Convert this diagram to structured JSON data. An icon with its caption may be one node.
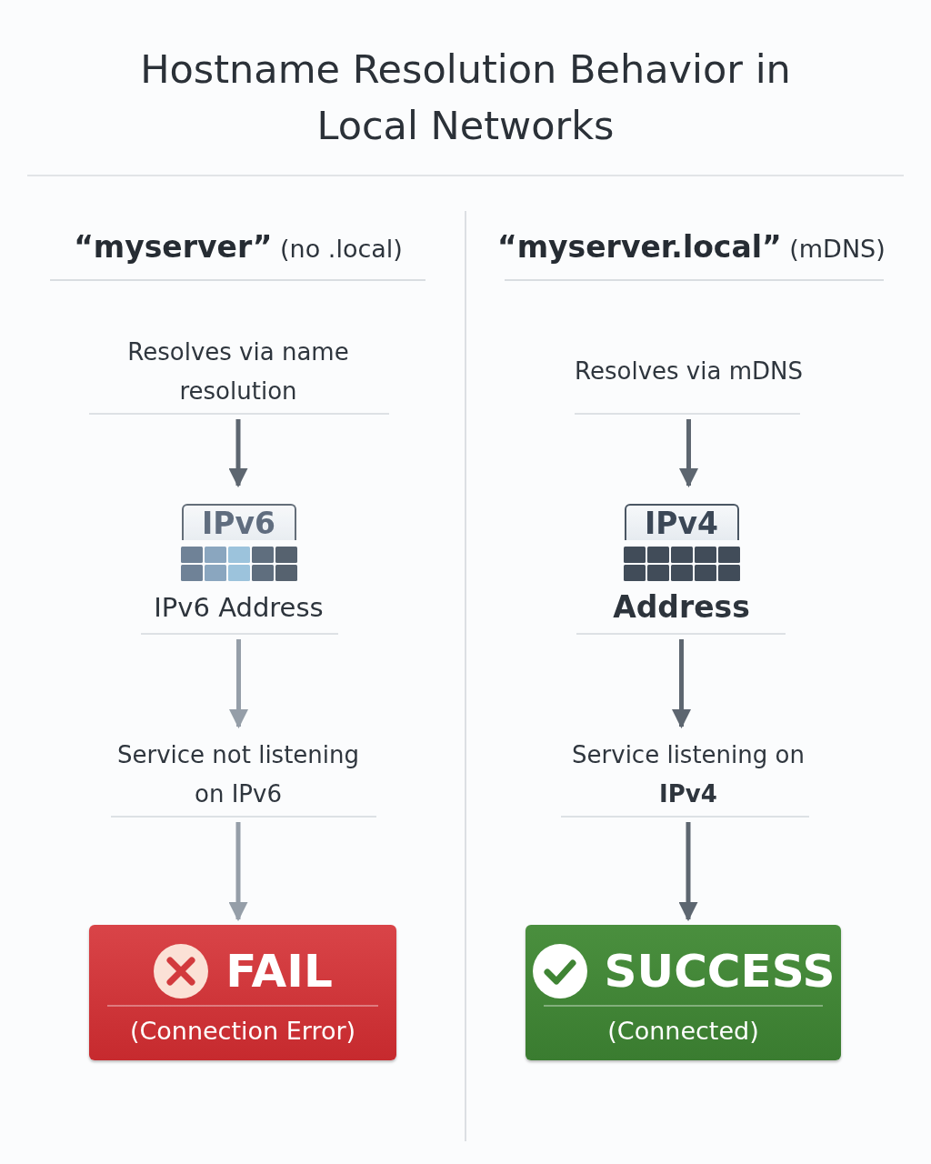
{
  "diagram": {
    "title": "Hostname Resolution Behavior in Local Networks",
    "nodes": [
      {
        "text": [
          "Resolves via name resolution"
        ]
      },
      {
        "text": [
          "IPv6",
          "IPv6 Address"
        ]
      },
      {
        "text": [
          "Service not listening on IPv6"
        ]
      },
      {
        "text": [
          "FAIL",
          "(Connection Error)"
        ]
      },
      {
        "text": [
          "Resolves via mDNS"
        ]
      },
      {
        "text": [
          "IPv4",
          "Address"
        ]
      },
      {
        "text": [
          "Service listening on **IPv4**"
        ]
      },
      {
        "text": [
          "SUCCESS",
          "(Connected)"
        ]
      }
    ],
    "edges": [
      {
        "from": 0,
        "to": 1,
        "arrow": "to"
      },
      {
        "from": 1,
        "to": 2,
        "arrow": "to",
        "color": "#959ea8"
      },
      {
        "from": 2,
        "to": 3,
        "arrow": "to",
        "color": "#959ea8"
      },
      {
        "from": 4,
        "to": 5,
        "arrow": "to"
      },
      {
        "from": 5,
        "to": 6,
        "arrow": "to"
      },
      {
        "from": 6,
        "to": 7,
        "arrow": "to"
      }
    ],
    "labels": [
      "**“myserver”** (no .local)",
      "**“myserver.local”** (mDNS)"
    ]
  }
}
